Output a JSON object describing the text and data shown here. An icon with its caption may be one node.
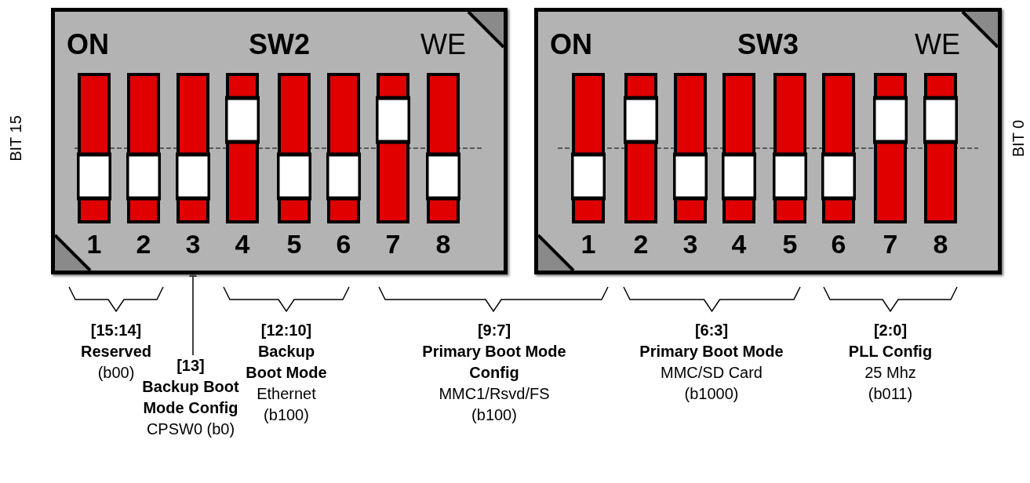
{
  "diagram": {
    "nodes": [
      {
        "text": [
          "ON",
          "SW2",
          "WE"
        ]
      },
      {
        "text": [],
        "shape": "bar",
        "in": 0,
        "beside": [
          "1"
        ]
      },
      {
        "text": [],
        "shape": "bar",
        "in": 0,
        "beside": [
          "2"
        ]
      },
      {
        "text": [],
        "shape": "bar",
        "in": 0,
        "beside": [
          "3"
        ]
      },
      {
        "text": [],
        "shape": "bar",
        "in": 0,
        "beside": [
          "4"
        ]
      },
      {
        "text": [],
        "shape": "bar",
        "in": 0,
        "beside": [
          "5"
        ]
      },
      {
        "text": [],
        "shape": "bar",
        "in": 0,
        "beside": [
          "6"
        ]
      },
      {
        "text": [],
        "shape": "bar",
        "in": 0,
        "beside": [
          "7"
        ]
      },
      {
        "text": [],
        "shape": "bar",
        "in": 0,
        "beside": [
          "8"
        ]
      },
      {
        "text": [
          "ON",
          "SW3",
          "WE"
        ]
      },
      {
        "text": [],
        "shape": "bar",
        "in": 9,
        "beside": [
          "1"
        ]
      },
      {
        "text": [],
        "shape": "bar",
        "in": 9,
        "beside": [
          "2"
        ]
      },
      {
        "text": [],
        "shape": "bar",
        "in": 9,
        "beside": [
          "3"
        ]
      },
      {
        "text": [],
        "shape": "bar",
        "in": 9,
        "beside": [
          "4"
        ]
      },
      {
        "text": [],
        "shape": "bar",
        "in": 9,
        "beside": [
          "5"
        ]
      },
      {
        "text": [],
        "shape": "bar",
        "in": 9,
        "beside": [
          "6"
        ]
      },
      {
        "text": [],
        "shape": "bar",
        "in": 9,
        "beside": [
          "7"
        ]
      },
      {
        "text": [],
        "shape": "bar",
        "in": 9,
        "beside": [
          "8"
        ]
      },
      {
        "text": [
          "[13]",
          "Backup Boot Mode Config",
          "CPSW0 (b0)"
        ]
      }
    ],
    "edges": [
      {
        "from": 18,
        "to": 3,
        "arrow": "to"
      }
    ],
    "labels": [
      "BIT 15",
      "[15:14]",
      "Reserved",
      "(b00)",
      "[12:10]",
      "Backup Boot Mode",
      "Ethernet",
      "(b100)",
      "[9:7]",
      "Primary Boot Mode Config",
      "MMC1/Rsvd/FS",
      "(b100)",
      "[6:3]",
      "Primary Boot Mode",
      "MMC/SD Card",
      "(b1000)",
      "[2:0]",
      "PLL Config",
      "25 Mhz",
      "(b011)",
      "BIT 0"
    ]
  }
}
